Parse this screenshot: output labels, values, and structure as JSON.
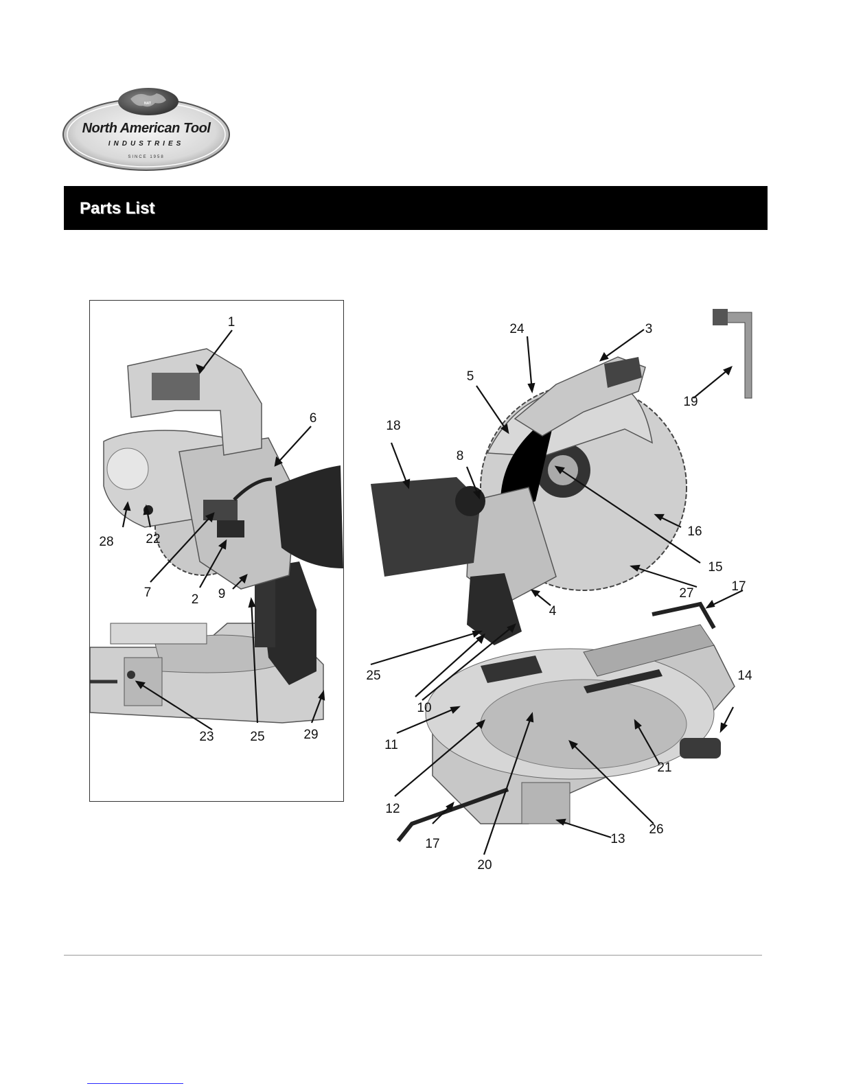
{
  "logo": {
    "badge": "NAT",
    "name": "North American Tool",
    "sub": "INDUSTRIES",
    "since": "SINCE 1958"
  },
  "header": {
    "title": "Parts List"
  },
  "left_figure": {
    "callouts": [
      "1",
      "6",
      "28",
      "22",
      "7",
      "2",
      "9",
      "25",
      "29",
      "23"
    ]
  },
  "main_figure": {
    "callouts": [
      "24",
      "3",
      "5",
      "19",
      "18",
      "8",
      "16",
      "15",
      "27",
      "4",
      "17",
      "25",
      "14",
      "10",
      "11",
      "21",
      "12",
      "26",
      "17",
      "13",
      "20"
    ]
  }
}
